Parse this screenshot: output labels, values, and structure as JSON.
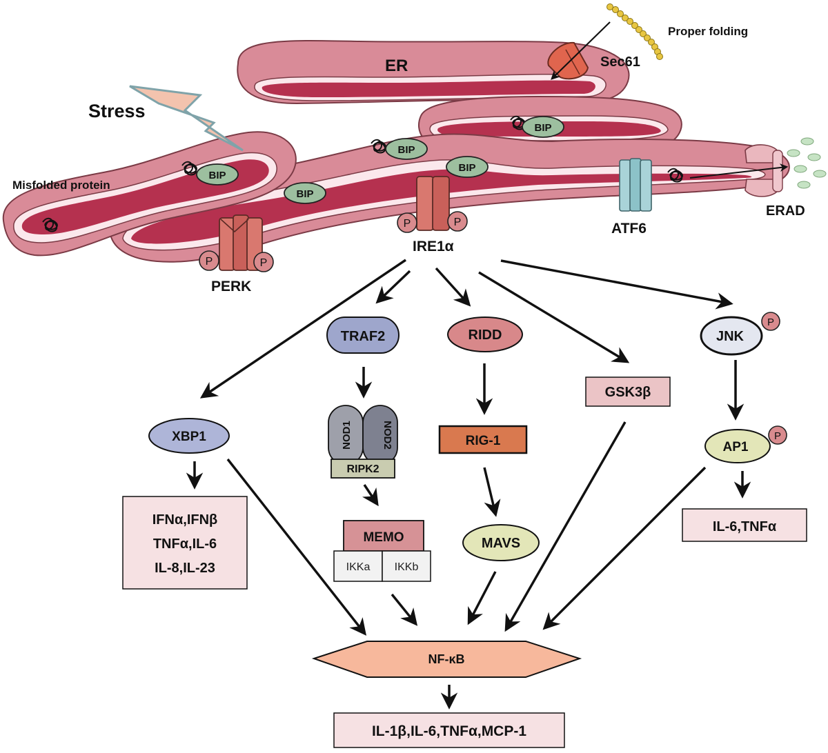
{
  "er_labels": {
    "er": "ER",
    "stress": "Stress",
    "misfolded_protein": "Misfolded protein",
    "sec61": "Sec61",
    "proper_folding": "Proper folding",
    "bip": "BIP",
    "perk": "PERK",
    "ire1a": "IRE1α",
    "atf6": "ATF6",
    "erad": "ERAD",
    "p": "P"
  },
  "nodes": {
    "traf2": "TRAF2",
    "ridd": "RIDD",
    "jnk": "JNK",
    "gsk3b": "GSK3β",
    "xbp1": "XBP1",
    "nod1": "NOD1",
    "nod2": "NOD2",
    "ripk2": "RIPK2",
    "rig1": "RIG-1",
    "ap1": "AP1",
    "memo": "MEMO",
    "ikka": "IKKa",
    "ikkb": "IKKb",
    "mavs": "MAVS",
    "nfkb": "NF-κB"
  },
  "outputs": {
    "xbp1_line1": "IFNα,IFNβ",
    "xbp1_line2": "TNFα,IL-6",
    "xbp1_line3": "IL-8,IL-23",
    "ap1": "IL-6,TNFα",
    "nfkb": "IL-1β,IL-6,TNFα,MCP-1"
  },
  "colors": {
    "er_fill": "#d98b98",
    "er_lumen": "#b5314f",
    "bip": "#9dbf9f",
    "traf2": "#9ea6cc",
    "ridd": "#d8888a",
    "xbp1": "#aeb5d8",
    "rig1": "#d9794f",
    "nfkb": "#f7b89c",
    "output_box": "#f6e1e3",
    "ap1": "#e3e6b8",
    "mavs": "#e3e6b8",
    "jnk": "#e4e7f0",
    "memo": "#d69296",
    "gsk3b": "#ebc4c6",
    "ripk2": "#c9ccb0",
    "nod1": "#9ea0aa",
    "nod2": "#7e8190"
  }
}
